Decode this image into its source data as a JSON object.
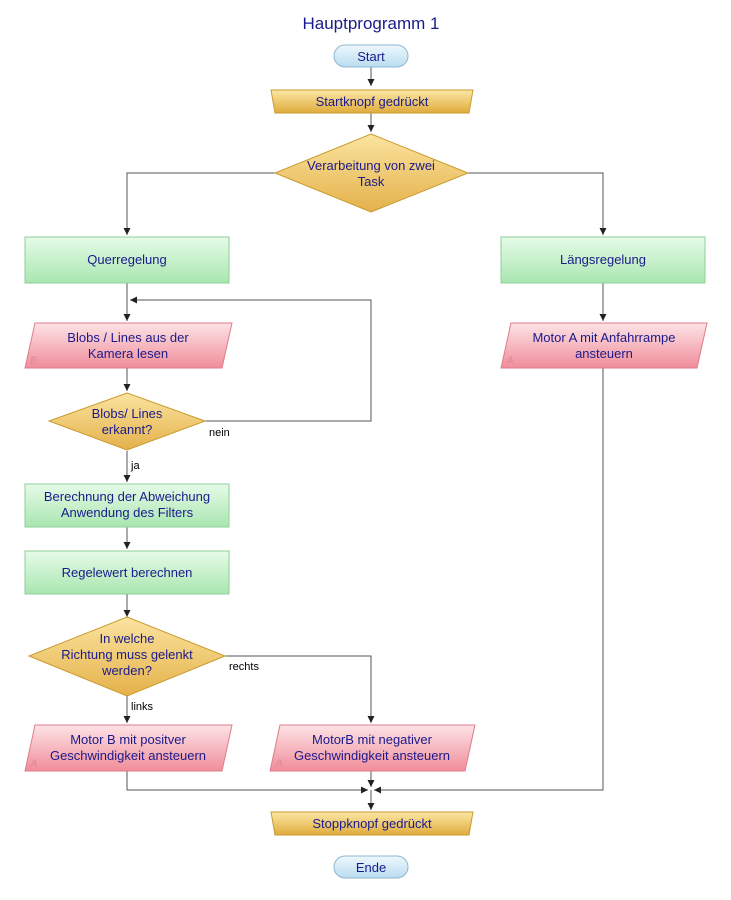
{
  "title": "Hauptprogramm 1",
  "nodes": {
    "start": "Start",
    "startknopf": "Startknopf gedrückt",
    "tasks": [
      "Verarbeitung von zwei",
      "Task"
    ],
    "querregelung": "Querregelung",
    "laengsregelung": "Längsregelung",
    "kamera": [
      "Blobs / Lines aus der",
      "Kamera lesen"
    ],
    "kamera_type": "E",
    "motor_a": [
      "Motor A mit Anfahrrampe",
      "ansteuern"
    ],
    "motor_a_type": "A",
    "erkannt": [
      "Blobs/ Lines",
      "erkannt?"
    ],
    "berechnung": [
      "Berechnung der Abweichung",
      "Anwendung des Filters"
    ],
    "regelwert": "Regelewert berechnen",
    "richtung": [
      "In welche",
      "Richtung muss gelenkt",
      "werden?"
    ],
    "motor_b_pos": [
      "Motor B mit positver",
      "Geschwindigkeit ansteuern"
    ],
    "motor_b_pos_type": "A",
    "motor_b_neg": [
      "MotorB mit negativer",
      "Geschwindigkeit ansteuern"
    ],
    "motor_b_neg_type": "A",
    "stoppknopf": "Stoppknopf gedrückt",
    "ende": "Ende"
  },
  "edge_labels": {
    "nein": "nein",
    "ja": "ja",
    "rechts": "rechts",
    "links": "links"
  },
  "colors": {
    "terminal": "#cfe8f7",
    "event": "#e9bf55",
    "decision": "#e9c25e",
    "process": "#b8ecbe",
    "io": "#f4a4ae",
    "text": "#1a1a8c"
  }
}
